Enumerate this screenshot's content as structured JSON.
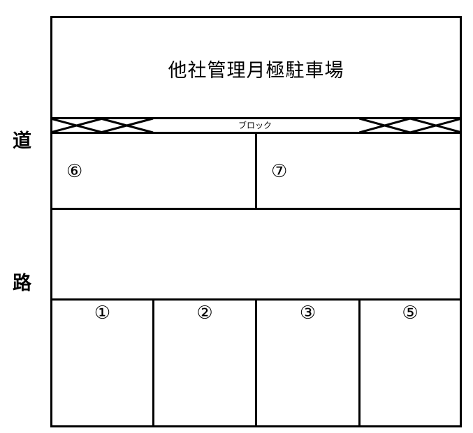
{
  "diagram": {
    "title": "他社管理月極駐車場",
    "road_label_top": "道",
    "road_label_bottom": "路",
    "block_label": "ブロック",
    "colors": {
      "line": "#000000",
      "background": "#ffffff"
    },
    "spaces_top": [
      {
        "id": "6",
        "label": "⑥"
      },
      {
        "id": "7",
        "label": "⑦"
      }
    ],
    "spaces_bottom": [
      {
        "id": "1",
        "label": "①"
      },
      {
        "id": "2",
        "label": "②"
      },
      {
        "id": "3",
        "label": "③"
      },
      {
        "id": "5",
        "label": "⑤"
      }
    ]
  }
}
